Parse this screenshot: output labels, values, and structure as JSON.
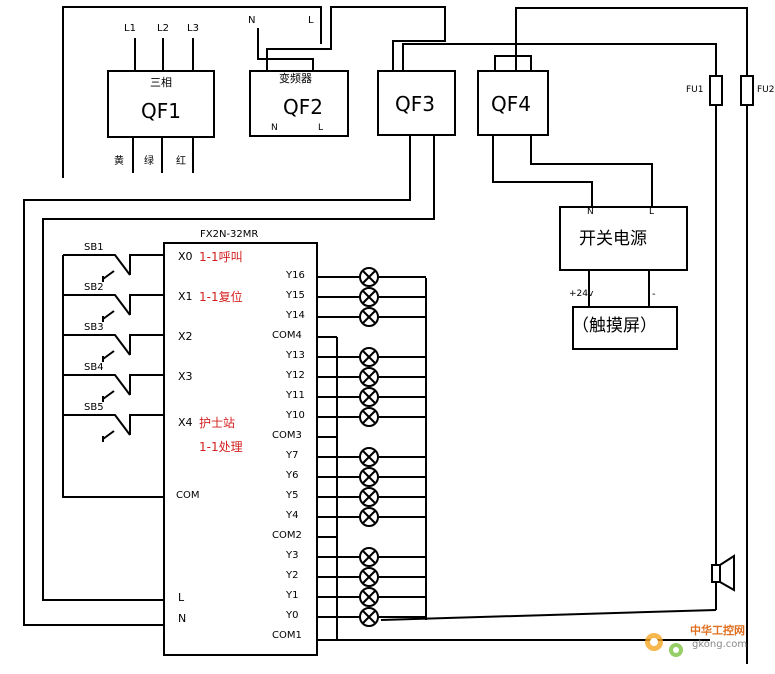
{
  "qf1": {
    "name": "QF1",
    "top": "三相",
    "inputs": [
      "L1",
      "L2",
      "L3"
    ],
    "outputs": [
      "黄",
      "绿",
      "红"
    ]
  },
  "qf2": {
    "name": "QF2",
    "top": "变频器",
    "in_n": "N",
    "in_l": "L",
    "out_n": "N",
    "out_l": "L"
  },
  "qf3": {
    "name": "QF3"
  },
  "qf4": {
    "name": "QF4"
  },
  "fuses": [
    "FU1",
    "FU2"
  ],
  "psu": {
    "name": "开关电源",
    "in_n": "N",
    "in_l": "L",
    "out_pos": "+24v",
    "out_neg": "-"
  },
  "touch": {
    "name": "（触摸屏）"
  },
  "plc": {
    "model": "FX2N-32MR",
    "inputs": [
      "X0",
      "X1",
      "X2",
      "X3",
      "X4"
    ],
    "input_notes": [
      "1-1呼叫",
      "1-1复位",
      "护士站",
      "1-1处理"
    ],
    "com": "COM",
    "power": [
      "L",
      "N"
    ],
    "outputs": [
      "Y16",
      "Y15",
      "Y14",
      "COM4",
      "Y13",
      "Y12",
      "Y11",
      "Y10",
      "COM3",
      "Y7",
      "Y6",
      "Y5",
      "Y4",
      "COM2",
      "Y3",
      "Y2",
      "Y1",
      "Y0",
      "COM1"
    ]
  },
  "switches": [
    "SB1",
    "SB2",
    "SB3",
    "SB4",
    "SB5"
  ],
  "watermark": {
    "line1": "中华工控网",
    "line2": "gkong.com"
  }
}
